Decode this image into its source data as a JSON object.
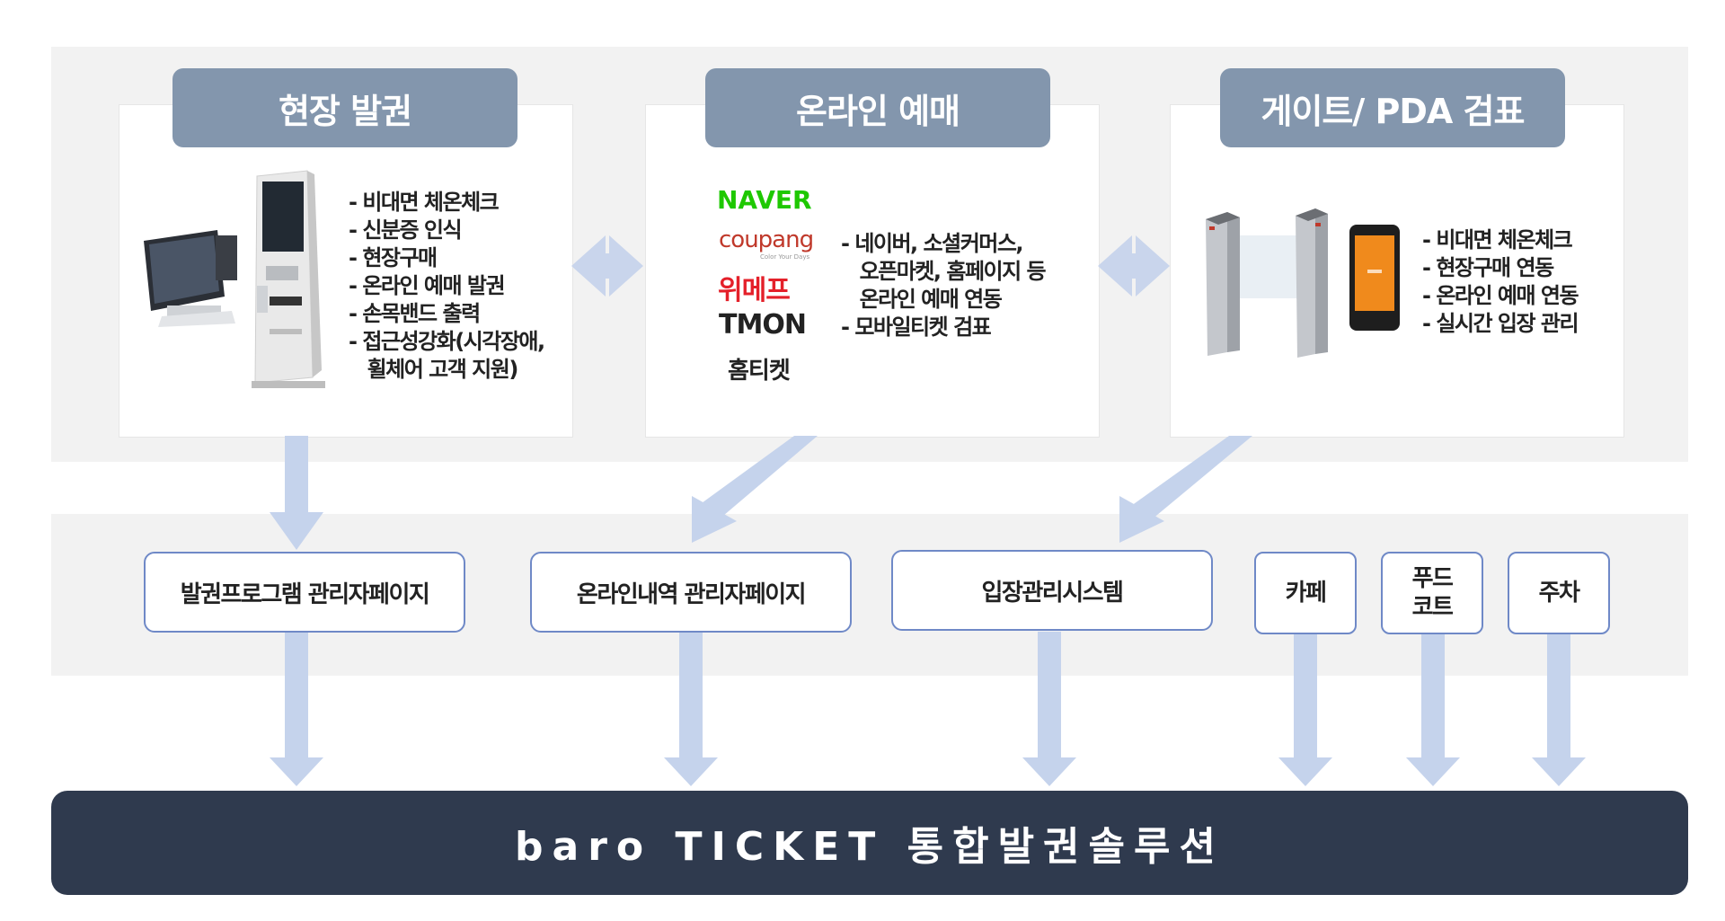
{
  "sections": [
    {
      "title": "현장 발권",
      "bullets": [
        "- 비대면 체온체크",
        "- 신분증 인식",
        "- 현장구매",
        "- 온라인 예매 발권",
        "- 손목밴드 출력",
        "- 접근성강화(시각장애,",
        "   휠체어 고객 지원)"
      ]
    },
    {
      "title": "온라인 예매",
      "logos": {
        "naver": "NAVER",
        "coupang": "coupang",
        "coupang_tagline": "Color Your Days",
        "wemakeprice": "위메프",
        "tmon": "TMON",
        "hometicket": "홈티켓"
      },
      "bullets": [
        "- 네이버, 소셜커머스,",
        "   오픈마켓, 홈페이지 등",
        "   온라인 예매 연동",
        "- 모바일티켓 검표"
      ]
    },
    {
      "title": "게이트/  PDA 검표",
      "bullets": [
        "- 비대면 체온체크",
        "- 현장구매 연동",
        "- 온라인 예매 연동",
        "- 실시간 입장 관리"
      ]
    }
  ],
  "systems": [
    "발권프로그램 관리자페이지",
    "온라인내역 관리자페이지",
    "입장관리시스템",
    "카페",
    "푸드\n코트",
    "주차"
  ],
  "bottom_label": "baro TICKET 통합발권솔루션",
  "colors": {
    "header": "#8396ad",
    "arrow": "#c5d3ec",
    "box_border": "#6f89c7",
    "bottom_bar": "#2f3a4e",
    "band": "#f2f2f2"
  },
  "icons": [
    "pos-terminal-icon",
    "kiosk-icon",
    "speed-gate-icon",
    "pda-device-icon",
    "double-arrow-icon"
  ]
}
